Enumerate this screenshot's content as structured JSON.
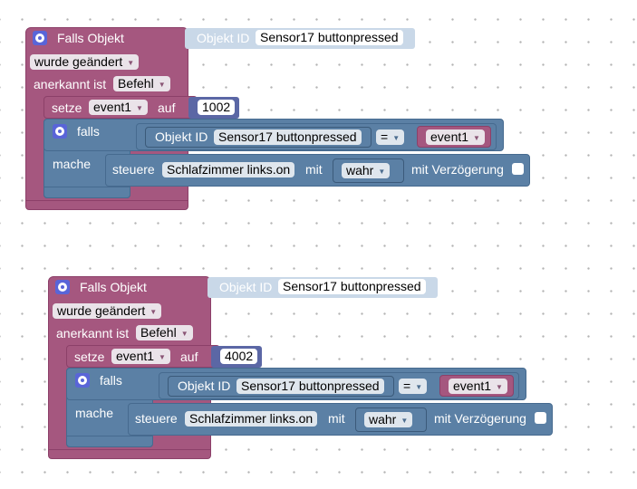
{
  "workspace": {
    "grid_visible": true,
    "colors": {
      "trigger_block": "#A5577F",
      "logic_block": "#5B80A5",
      "number_block": "#5b67a5",
      "object_id_ghost": "#c9d8e8",
      "gear_icon": "#5965d8"
    }
  },
  "block_groups": [
    {
      "trigger_title": "Falls Objekt",
      "object_id_label": "Objekt ID",
      "object_id_value": "Sensor17 buttonpressed",
      "changed_mode": "wurde geändert",
      "ack_label": "anerkannt ist",
      "ack_value": "Befehl",
      "set_label": "setze",
      "set_var": "event1",
      "set_to_label": "auf",
      "set_value": "1002",
      "if_label": "falls",
      "do_label": "mache",
      "cond_object_id_label": "Objekt ID",
      "cond_object_id_value": "Sensor17 buttonpressed",
      "cond_operator": "=",
      "cond_var": "event1",
      "control_label": "steuere",
      "control_target": "Schlafzimmer links.on",
      "control_with_label": "mit",
      "control_value": "wahr",
      "delay_label": "mit Verzögerung",
      "delay_checked": false,
      "icons": {
        "trigger": "gear-icon",
        "if": "gear-icon",
        "caret": "triangle-down-icon"
      }
    },
    {
      "trigger_title": "Falls Objekt",
      "object_id_label": "Objekt ID",
      "object_id_value": "Sensor17 buttonpressed",
      "changed_mode": "wurde geändert",
      "ack_label": "anerkannt ist",
      "ack_value": "Befehl",
      "set_label": "setze",
      "set_var": "event1",
      "set_to_label": "auf",
      "set_value": "4002",
      "if_label": "falls",
      "do_label": "mache",
      "cond_object_id_label": "Objekt ID",
      "cond_object_id_value": "Sensor17 buttonpressed",
      "cond_operator": "=",
      "cond_var": "event1",
      "control_label": "steuere",
      "control_target": "Schlafzimmer links.on",
      "control_with_label": "mit",
      "control_value": "wahr",
      "delay_label": "mit Verzögerung",
      "delay_checked": false,
      "icons": {
        "trigger": "gear-icon",
        "if": "gear-icon",
        "caret": "triangle-down-icon"
      }
    }
  ]
}
